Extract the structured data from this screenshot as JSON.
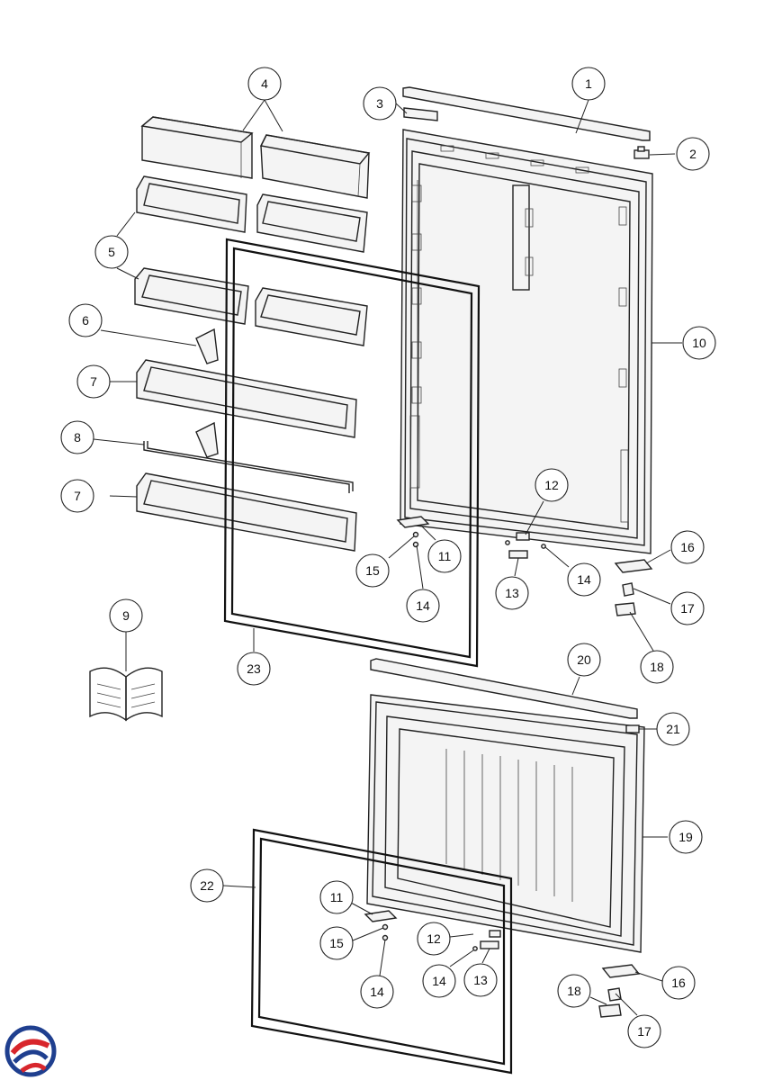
{
  "callouts": [
    {
      "id": "c1",
      "label": "1"
    },
    {
      "id": "c2",
      "label": "2"
    },
    {
      "id": "c3",
      "label": "3"
    },
    {
      "id": "c4",
      "label": "4"
    },
    {
      "id": "c5",
      "label": "5"
    },
    {
      "id": "c6",
      "label": "6"
    },
    {
      "id": "c7a",
      "label": "7"
    },
    {
      "id": "c7b",
      "label": "7"
    },
    {
      "id": "c8",
      "label": "8"
    },
    {
      "id": "c9",
      "label": "9"
    },
    {
      "id": "c10",
      "label": "10"
    },
    {
      "id": "c11a",
      "label": "11"
    },
    {
      "id": "c11b",
      "label": "11"
    },
    {
      "id": "c12a",
      "label": "12"
    },
    {
      "id": "c12b",
      "label": "12"
    },
    {
      "id": "c13a",
      "label": "13"
    },
    {
      "id": "c13b",
      "label": "13"
    },
    {
      "id": "c14a",
      "label": "14"
    },
    {
      "id": "c14b",
      "label": "14"
    },
    {
      "id": "c14c",
      "label": "14"
    },
    {
      "id": "c14d",
      "label": "14"
    },
    {
      "id": "c15a",
      "label": "15"
    },
    {
      "id": "c15b",
      "label": "15"
    },
    {
      "id": "c16a",
      "label": "16"
    },
    {
      "id": "c16b",
      "label": "16"
    },
    {
      "id": "c17a",
      "label": "17"
    },
    {
      "id": "c17b",
      "label": "17"
    },
    {
      "id": "c18a",
      "label": "18"
    },
    {
      "id": "c18b",
      "label": "18"
    },
    {
      "id": "c19",
      "label": "19"
    },
    {
      "id": "c20",
      "label": "20"
    },
    {
      "id": "c21",
      "label": "21"
    },
    {
      "id": "c22",
      "label": "22"
    },
    {
      "id": "c23",
      "label": "23"
    }
  ],
  "logo": {
    "icon": "brand-swirl-icon",
    "colors": [
      "#1f3f8f",
      "#d8262c"
    ]
  }
}
